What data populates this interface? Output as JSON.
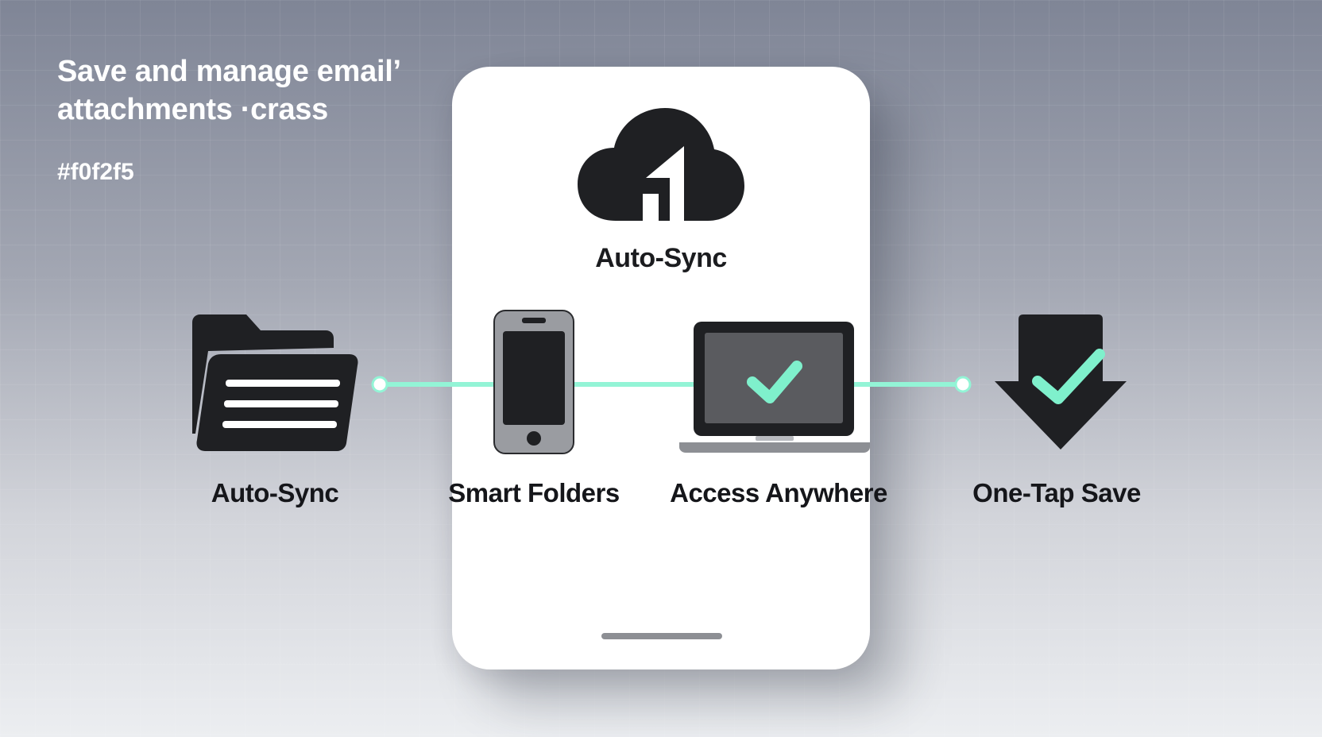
{
  "headline": "Save and manage email’ attachments ·crass",
  "hex_caption": "#f0f2f5",
  "card": {
    "top_label": "Auto-Sync"
  },
  "features": [
    {
      "label": "Auto-Sync",
      "icon": "folder-icon"
    },
    {
      "label": "Smart Folders",
      "icon": "smartphone-icon"
    },
    {
      "label": "Access Anywhere",
      "icon": "laptop-check-icon"
    },
    {
      "label": "One-Tap Save",
      "icon": "download-check-icon"
    }
  ],
  "colors": {
    "accent": "#7ff0cc",
    "icon_dark": "#1f2023",
    "phone_body": "#9a9ca1",
    "laptop_screen": "#5a5b5f",
    "card_bg": "#ffffff"
  }
}
